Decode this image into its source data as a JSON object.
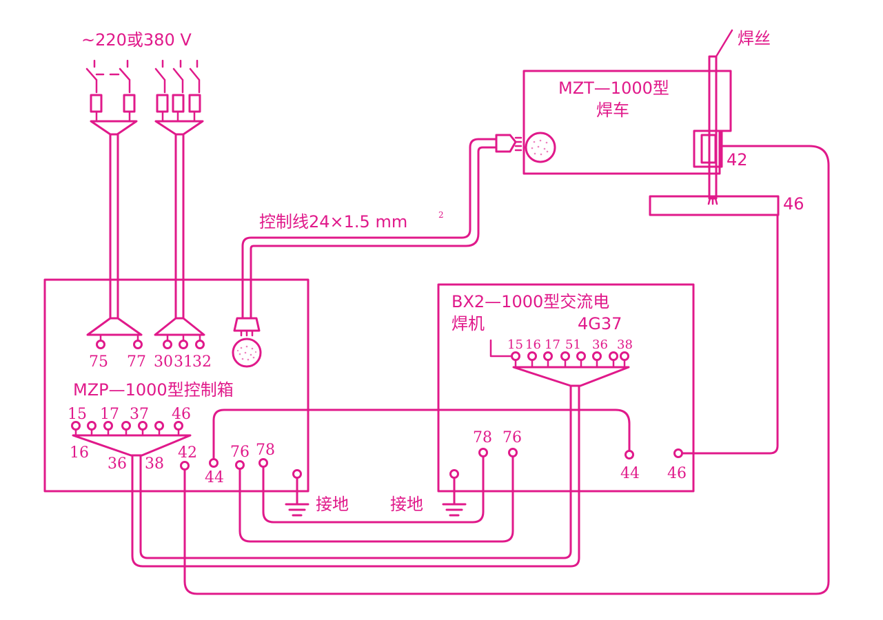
{
  "colors": {
    "ink": "#e0198a",
    "background": "#ffffff"
  },
  "supply": {
    "label": "~220或380  V"
  },
  "control_cable": {
    "label": "控制线24×1.5  mm",
    "superscript": "2"
  },
  "carriage": {
    "title_line1": "MZT—1000型",
    "title_line2": "焊车",
    "wire_label": "焊丝"
  },
  "welder": {
    "title_line1": "BX2—1000型交流电",
    "title_line2": "焊机",
    "model": "4G37"
  },
  "control_box": {
    "title": "MZP—1000型控制箱"
  },
  "ground_label": "接地",
  "terminals": {
    "t75": "75",
    "t77": "77",
    "t30": "30",
    "t31": "31",
    "t32": "32",
    "c15": "15",
    "c16": "16",
    "c17": "17",
    "c37": "37",
    "c36": "36",
    "c38": "38",
    "c46": "46",
    "c42": "42",
    "c44": "44",
    "c76": "76",
    "c78": "78",
    "w15": "15",
    "w16": "16",
    "w17": "17",
    "w51": "51",
    "w36": "36",
    "w38": "38",
    "w78": "78",
    "w76": "76",
    "w44": "44",
    "w46": "46",
    "car42": "42",
    "work46": "46"
  }
}
